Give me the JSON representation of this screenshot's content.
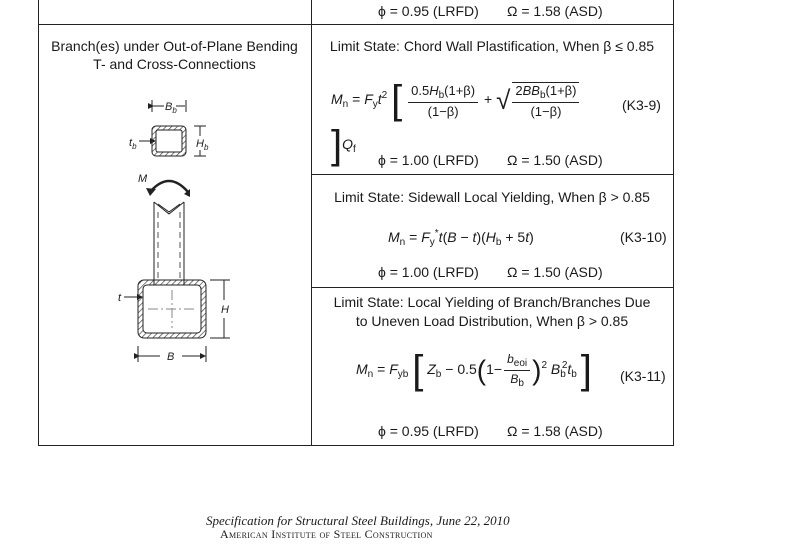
{
  "top_row": {
    "phi_asd": "ϕ = 0.95 (LRFD)",
    "omega_asd": "Ω = 1.58 (ASD)"
  },
  "left_cell": {
    "title_line1": "Branch(es) under Out-of-Plane Bending",
    "title_line2": "T- and Cross-Connections",
    "fig_labels": {
      "Bb": "B",
      "Bb_sub": "b",
      "tb": "t",
      "tb_sub": "b",
      "Hb": "H",
      "Hb_sub": "b",
      "M": "M",
      "t": "t",
      "H": "H",
      "B": "B"
    }
  },
  "sections": [
    {
      "title": "Limit State: Chord Wall Plastification, When β ≤ 0.85",
      "eq_number": "(K3-9)",
      "phi": "ϕ = 1.00 (LRFD)",
      "omega": "Ω = 1.50 (ASD)"
    },
    {
      "title": "Limit State: Sidewall Local Yielding, When β > 0.85",
      "eq_number": "(K3-10)",
      "phi": "ϕ = 1.00 (LRFD)",
      "omega": "Ω = 1.50 (ASD)"
    },
    {
      "title_line1": "Limit State: Local Yielding of Branch/Branches Due",
      "title_line2": "to Uneven Load Distribution, When β > 0.85",
      "eq_number": "(K3-11)",
      "phi": "ϕ = 0.95 (LRFD)",
      "omega": "Ω = 1.58 (ASD)"
    }
  ],
  "footer": {
    "line1": "Specification for Structural Steel Buildings, June 22, 2010",
    "line2": "American Institute of Steel Construction"
  }
}
